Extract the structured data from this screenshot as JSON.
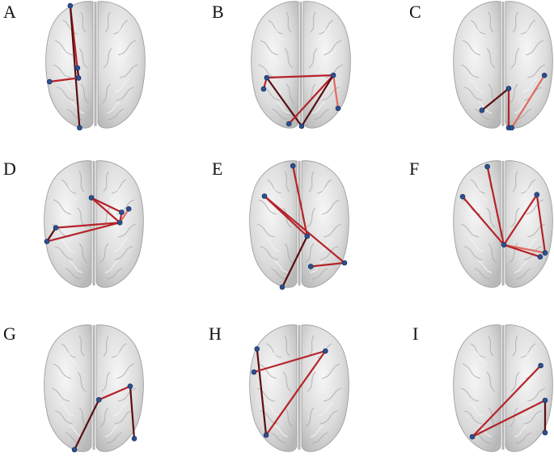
{
  "figure": {
    "colors": {
      "edge_dark": "#5a0f12",
      "edge_mid": "#b5232a",
      "edge_light": "#e06a60",
      "node": "#2e4f8f",
      "brain_light": "#f4f4f4",
      "brain_shade": "#c9c9c9"
    },
    "panels": [
      {
        "label": "A",
        "nodes": [
          [
            0.42,
            0.02
          ],
          [
            0.56,
            0.52
          ],
          [
            0.58,
            0.6
          ],
          [
            0.02,
            0.63
          ],
          [
            0.6,
            1.0
          ]
        ],
        "edges": [
          [
            0,
            2,
            "mid"
          ],
          [
            0,
            4,
            "dark"
          ],
          [
            3,
            2,
            "mid"
          ],
          [
            1,
            2,
            "dark"
          ]
        ]
      },
      {
        "label": "B",
        "nodes": [
          [
            0.08,
            0.38
          ],
          [
            0.92,
            0.35
          ],
          [
            0.04,
            0.52
          ],
          [
            0.98,
            0.76
          ],
          [
            0.52,
            0.98
          ],
          [
            0.36,
            0.95
          ]
        ],
        "edges": [
          [
            0,
            1,
            "mid"
          ],
          [
            0,
            4,
            "dark"
          ],
          [
            0,
            2,
            "mid"
          ],
          [
            1,
            5,
            "mid"
          ],
          [
            1,
            4,
            "dark"
          ],
          [
            1,
            3,
            "light"
          ]
        ]
      },
      {
        "label": "C",
        "nodes": [
          [
            0.5,
            0.55
          ],
          [
            0.98,
            0.4
          ],
          [
            0.14,
            0.8
          ],
          [
            0.5,
            1.0
          ],
          [
            0.54,
            1.0
          ]
        ],
        "edges": [
          [
            0,
            2,
            "dark"
          ],
          [
            0,
            3,
            "mid"
          ],
          [
            1,
            4,
            "light"
          ]
        ]
      },
      {
        "label": "D",
        "nodes": [
          [
            0.5,
            0.25
          ],
          [
            0.84,
            0.42
          ],
          [
            0.92,
            0.38
          ],
          [
            0.82,
            0.54
          ],
          [
            0.1,
            0.6
          ],
          [
            0.0,
            0.76
          ]
        ],
        "edges": [
          [
            0,
            3,
            "mid"
          ],
          [
            0,
            1,
            "mid"
          ],
          [
            1,
            3,
            "mid"
          ],
          [
            4,
            3,
            "mid"
          ],
          [
            5,
            3,
            "mid"
          ],
          [
            5,
            4,
            "dark"
          ],
          [
            2,
            3,
            "light"
          ]
        ]
      },
      {
        "label": "E",
        "nodes": [
          [
            0.42,
            0.0
          ],
          [
            0.1,
            0.25
          ],
          [
            0.58,
            0.58
          ],
          [
            0.62,
            0.83
          ],
          [
            1.0,
            0.8
          ],
          [
            0.3,
            1.0
          ]
        ],
        "edges": [
          [
            0,
            2,
            "mid"
          ],
          [
            1,
            2,
            "mid"
          ],
          [
            1,
            4,
            "mid"
          ],
          [
            2,
            5,
            "dark"
          ],
          [
            3,
            4,
            "mid"
          ]
        ]
      },
      {
        "label": "F",
        "nodes": [
          [
            0.3,
            0.0
          ],
          [
            0.0,
            0.3
          ],
          [
            0.9,
            0.28
          ],
          [
            0.5,
            0.78
          ],
          [
            0.94,
            0.9
          ],
          [
            1.0,
            0.86
          ]
        ],
        "edges": [
          [
            0,
            3,
            "mid"
          ],
          [
            1,
            3,
            "mid"
          ],
          [
            2,
            3,
            "mid"
          ],
          [
            2,
            5,
            "mid"
          ],
          [
            3,
            5,
            "light"
          ],
          [
            3,
            4,
            "mid"
          ]
        ]
      },
      {
        "label": "G",
        "nodes": [
          [
            0.48,
            0.37
          ],
          [
            0.94,
            0.2
          ],
          [
            1.0,
            0.86
          ],
          [
            0.12,
            1.0
          ]
        ],
        "edges": [
          [
            0,
            1,
            "mid"
          ],
          [
            0,
            3,
            "dark"
          ],
          [
            1,
            2,
            "dark"
          ]
        ]
      },
      {
        "label": "H",
        "nodes": [
          [
            0.04,
            0.18
          ],
          [
            0.94,
            0.2
          ],
          [
            0.0,
            0.4
          ],
          [
            0.16,
            1.0
          ]
        ],
        "edges": [
          [
            0,
            3,
            "dark"
          ],
          [
            2,
            1,
            "mid"
          ],
          [
            3,
            1,
            "mid"
          ]
        ]
      },
      {
        "label": "I",
        "nodes": [
          [
            0.94,
            0.12
          ],
          [
            1.0,
            0.55
          ],
          [
            0.0,
            1.0
          ],
          [
            1.0,
            0.95
          ]
        ],
        "edges": [
          [
            0,
            2,
            "mid"
          ],
          [
            1,
            2,
            "mid"
          ],
          [
            1,
            3,
            "dark"
          ]
        ]
      }
    ]
  }
}
